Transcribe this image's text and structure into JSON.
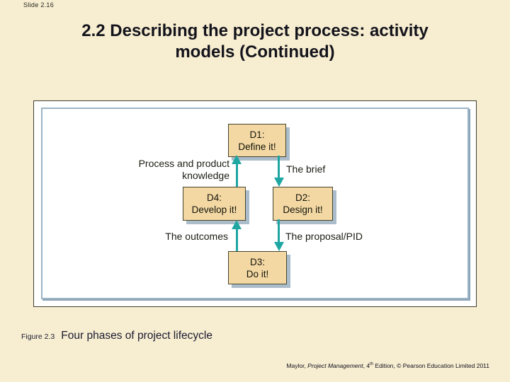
{
  "slide_number": "Slide 2.16",
  "title": {
    "line1": "2.2 Describing the project process: activity",
    "line2": "models (Continued)"
  },
  "figure": {
    "label": "Figure 2.3",
    "caption": "Four phases of project lifecycle"
  },
  "footer": {
    "prefix": "Maylor, ",
    "book_title": "Project Management",
    "middle": ", 4",
    "superscript": "th",
    "suffix": " Edition, © Pearson Education Limited 2011"
  },
  "diagram": {
    "type": "activity-cycle",
    "boxes": [
      {
        "id": "D1",
        "title": "D1:",
        "subtitle": "Define it!",
        "position": "top-center"
      },
      {
        "id": "D2",
        "title": "D2:",
        "subtitle": "Design it!",
        "position": "middle-right"
      },
      {
        "id": "D3",
        "title": "D3:",
        "subtitle": "Do it!",
        "position": "bottom-center"
      },
      {
        "id": "D4",
        "title": "D4:",
        "subtitle": "Develop it!",
        "position": "middle-left"
      }
    ],
    "arrows": [
      {
        "from": "D1",
        "to": "D2",
        "direction": "down",
        "label": "The brief"
      },
      {
        "from": "D2",
        "to": "D3",
        "direction": "down",
        "label": "The proposal/PID"
      },
      {
        "from": "D3",
        "to": "D4",
        "direction": "up",
        "label": "The outcomes"
      },
      {
        "from": "D4",
        "to": "D1",
        "direction": "up",
        "label": "Process and product knowledge"
      }
    ],
    "edge_labels": {
      "d4_to_d1_line1": "Process and product",
      "d4_to_d1_line2": "knowledge",
      "d1_to_d2": "The brief",
      "d2_to_d3": "The proposal/PID",
      "d3_to_d4": "The outcomes"
    }
  },
  "colors": {
    "slide_background": "#F7EDD1",
    "panel_background": "#FFFFFF",
    "panel_border": "#3F3F33",
    "inner_frame_border": "#9DB4C5",
    "box_fill": "#F3D8A4",
    "box_border": "#44442F",
    "box_shadow": "#ABBDCB",
    "arrow": "#1EA7A2",
    "title_text": "#13131B"
  }
}
